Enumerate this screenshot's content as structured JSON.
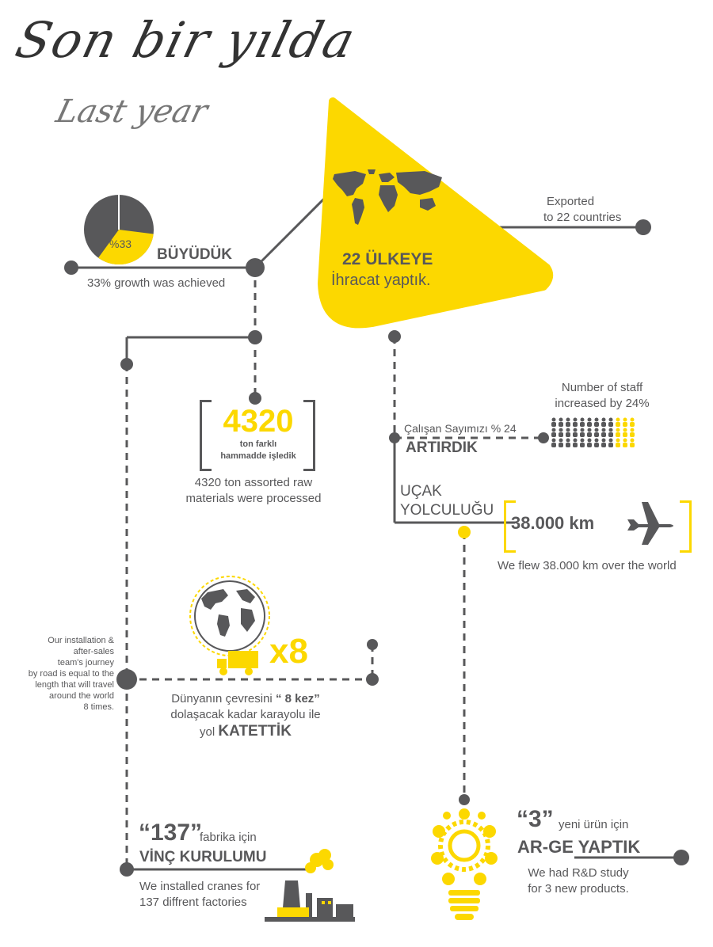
{
  "header": {
    "title_tr": "Son bir yılda",
    "title_en": "Last year"
  },
  "export": {
    "head": "22 ÜLKEYE",
    "sub": "İhracat yaptık.",
    "en_line1": "Exported",
    "en_line2": "to 22 countries"
  },
  "growth": {
    "pie_label": "%33",
    "head": "BÜYÜDÜK",
    "en": "33% growth was achieved",
    "fraction": 0.33
  },
  "materials": {
    "number": "4320",
    "line1": "ton farklı",
    "line2": "hammadde işledik",
    "en_line1": "4320 ton assorted raw",
    "en_line2": "materials were processed"
  },
  "staff": {
    "en_line1": "Number of staff",
    "en_line2": "increased by 24%",
    "tr_line1": "Çalışan Sayımızı % 24",
    "tr_line2": "ARTIRDIK",
    "fraction": 0.24
  },
  "flight": {
    "tr_line1": "UÇAK",
    "tr_line2": "YOLCULUĞU",
    "km": "38.000 km",
    "en": "We flew 38.000 km over the world"
  },
  "road": {
    "multiplier": "x8",
    "en_lines": [
      "Our installation &",
      "after-sales",
      "team's journey",
      "by road is equal to the",
      "length that will travel",
      "around the world",
      "8 times."
    ],
    "tr_line1_a": "Dünyanın çevresini",
    "tr_line1_b": "“ 8 kez”",
    "tr_line2": "dolaşacak kadar karayolu ile",
    "tr_line3_a": "yol",
    "tr_line3_b": "KATETTİK"
  },
  "cranes": {
    "number": "“137”",
    "after": "fabrika için",
    "head": "VİNÇ KURULUMU",
    "en_line1": "We installed cranes for",
    "en_line2": "137 diffrent factories"
  },
  "rnd": {
    "number": "“3”",
    "after": "yeni ürün için",
    "head": "AR-GE YAPTIK",
    "en_line1": "We had R&D study",
    "en_line2": "for 3 new products."
  },
  "colors": {
    "accent": "#fcd800",
    "gray": "#58585a"
  },
  "icons": [
    "world-map-icon",
    "globe-icon",
    "truck-icon",
    "airplane-icon",
    "people-icon",
    "factory-icon",
    "lightbulb-gears-icon"
  ]
}
